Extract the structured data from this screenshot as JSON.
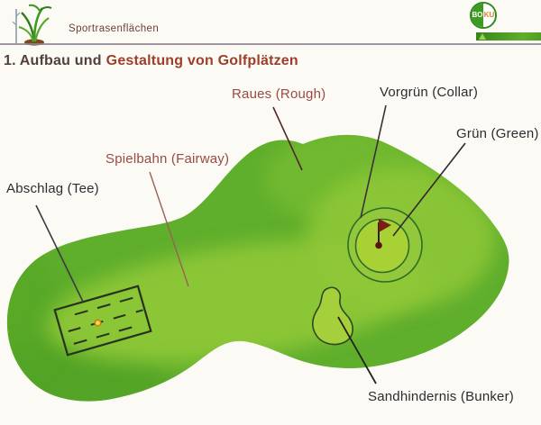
{
  "header": {
    "brand": "Sportrasenflächen",
    "logo": "grass-plant-logo",
    "org_logo": {
      "left": "BO",
      "right": "KU"
    }
  },
  "title": {
    "part1": "1. Aufbau und",
    "part2": "Gestaltung von Golfplätzen"
  },
  "diagram": {
    "labels": {
      "rough": "Raues (Rough)",
      "collar": "Vorgrün (Collar)",
      "green": "Grün (Green)",
      "fairway": "Spielbahn (Fairway)",
      "tee": "Abschlag (Tee)",
      "bunker": "Sandhindernis (Bunker)"
    }
  },
  "colors": {
    "rough_green": "#5fae2c",
    "fairway_light": "#90c838",
    "putting_green": "#a8d135",
    "collar_ring": "#93c83c",
    "outline_dark_green": "#2f6d27",
    "flag_red": "#7b1d15",
    "label_red": "#9b4a43",
    "label_dark": "#2e2b31",
    "title_red": "#9e3e2a",
    "header_bar_green": "#3c8d1e"
  }
}
